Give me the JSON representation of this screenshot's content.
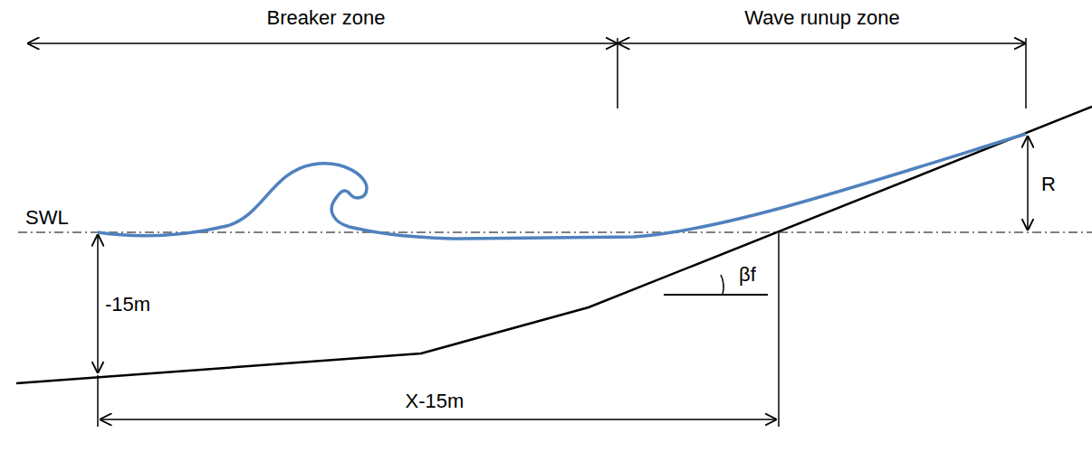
{
  "diagram": {
    "labels": [
      "Breaker zone",
      "Wave runup zone",
      "SWL",
      "-15m",
      "R",
      "βf",
      "X-15m"
    ]
  }
}
